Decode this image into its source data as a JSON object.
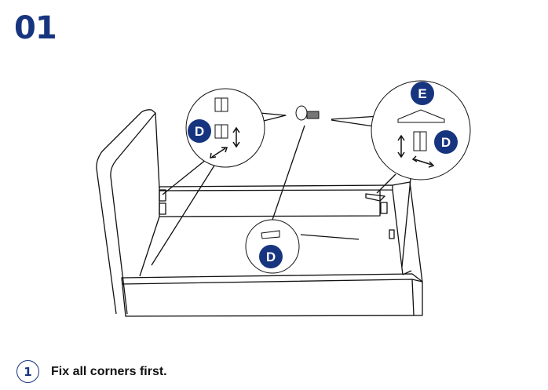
{
  "header": {
    "step_number": "01"
  },
  "colors": {
    "brand": "#17357f",
    "line": "#111111",
    "background": "#ffffff"
  },
  "callouts": [
    {
      "name": "top-left-callout",
      "part_label": "D",
      "parts": [
        "corner-bracket",
        "corner-bracket"
      ],
      "arrows": [
        "vertical-arrow",
        "diagonal-arrow"
      ]
    },
    {
      "name": "top-right-callout",
      "part_labels": [
        "E",
        "D"
      ],
      "parts": [
        "triangle-corner-brace",
        "corner-bracket"
      ],
      "arrows": [
        "vertical-arrow",
        "diagonal-arrow"
      ]
    },
    {
      "name": "center-callout",
      "part_label": "D",
      "parts": [
        "rail-bracket"
      ]
    }
  ],
  "parts": {
    "screw": "screw-icon"
  },
  "instructions": [
    {
      "number": "1",
      "text": "Fix all corners first."
    }
  ]
}
